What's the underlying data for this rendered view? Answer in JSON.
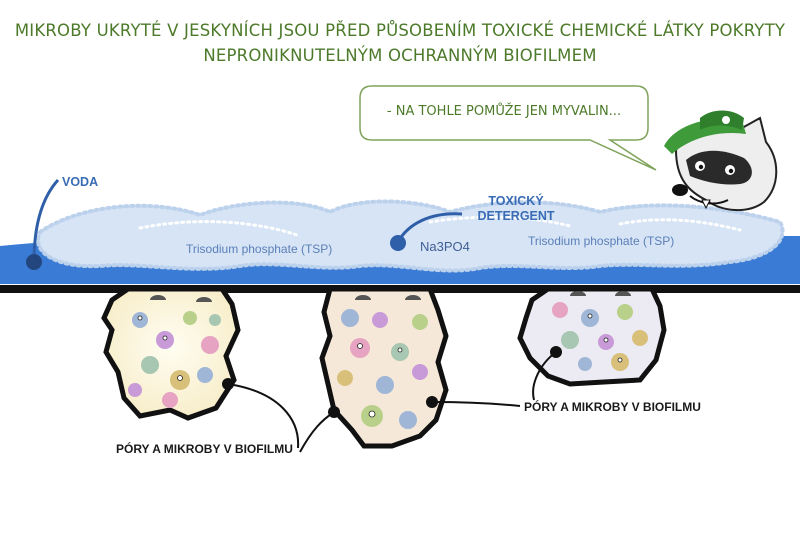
{
  "title": {
    "line1": "MIKROBY UKRYTÉ V JESKYNÍCH JSOU PŘED PŮSOBENÍM TOXICKÉ CHEMICKÉ LÁTKY POKRYTY",
    "line2": "NEPRONIKNUTELNÝM OCHRANNÝM BIOFILMEM"
  },
  "speech_bubble": {
    "text": "- NA TOHLE POMŮŽE JEN MYVALIN..."
  },
  "labels": {
    "water": "VODA",
    "toxic_line1": "TOXICKÝ",
    "toxic_line2": "DETERGENT",
    "formula": "Na3PO4",
    "tsp_left": "Trisodium phosphate (TSP)",
    "tsp_right": "Trisodium phosphate (TSP)",
    "pores_left": "PÓRY A MIKROBY V BIOFILMU",
    "pores_right": "PÓRY A MIKROBY V BIOFILMU"
  },
  "colors": {
    "title_green": "#4c7a2a",
    "water_blue": "#3a7bd5",
    "foam": "#d6e4f5",
    "pocket_left": "#fbf3cf",
    "pocket_middle": "#f6e8d8",
    "pocket_right": "#eceaf3",
    "label_blue": "#3a6cb5"
  },
  "icons": [
    "raccoon-mascot-icon",
    "microbe-icon",
    "umbrella-icon"
  ]
}
